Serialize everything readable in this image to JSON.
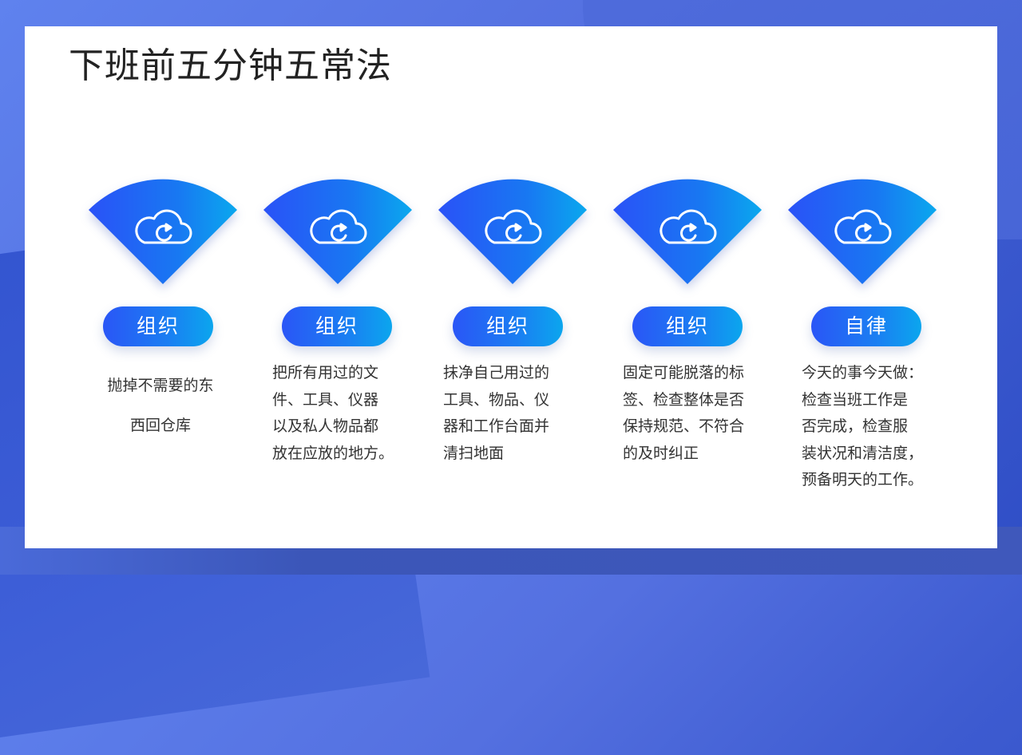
{
  "slide": {
    "title": "下班前五分钟五常法",
    "colors": {
      "gradient_start": "#2a56f6",
      "gradient_end": "#0ba6ee",
      "background": "#5470e0",
      "text": "#333333"
    }
  },
  "items": [
    {
      "icon": "cloud-refresh-icon",
      "label": "组织",
      "lines": [
        "抛掉不需要的东",
        "西回仓库"
      ]
    },
    {
      "icon": "cloud-refresh-icon",
      "label": "组织",
      "lines": [
        "把所有用过的文",
        "件、工具、仪器",
        "以及私人物品都",
        "放在应放的地方。"
      ]
    },
    {
      "icon": "cloud-refresh-icon",
      "label": "组织",
      "lines": [
        "抹净自己用过的",
        "工具、物品、仪",
        "器和工作台面并",
        "清扫地面"
      ]
    },
    {
      "icon": "cloud-refresh-icon",
      "label": "组织",
      "lines": [
        "固定可能脱落的标",
        "签、检查整体是否",
        "保持规范、不符合",
        "的及时纠正"
      ]
    },
    {
      "icon": "cloud-refresh-icon",
      "label": "自律",
      "lines": [
        "今天的事今天做：",
        "检查当班工作是",
        "否完成，检查服",
        "装状况和清洁度，",
        "预备明天的工作。"
      ]
    }
  ]
}
